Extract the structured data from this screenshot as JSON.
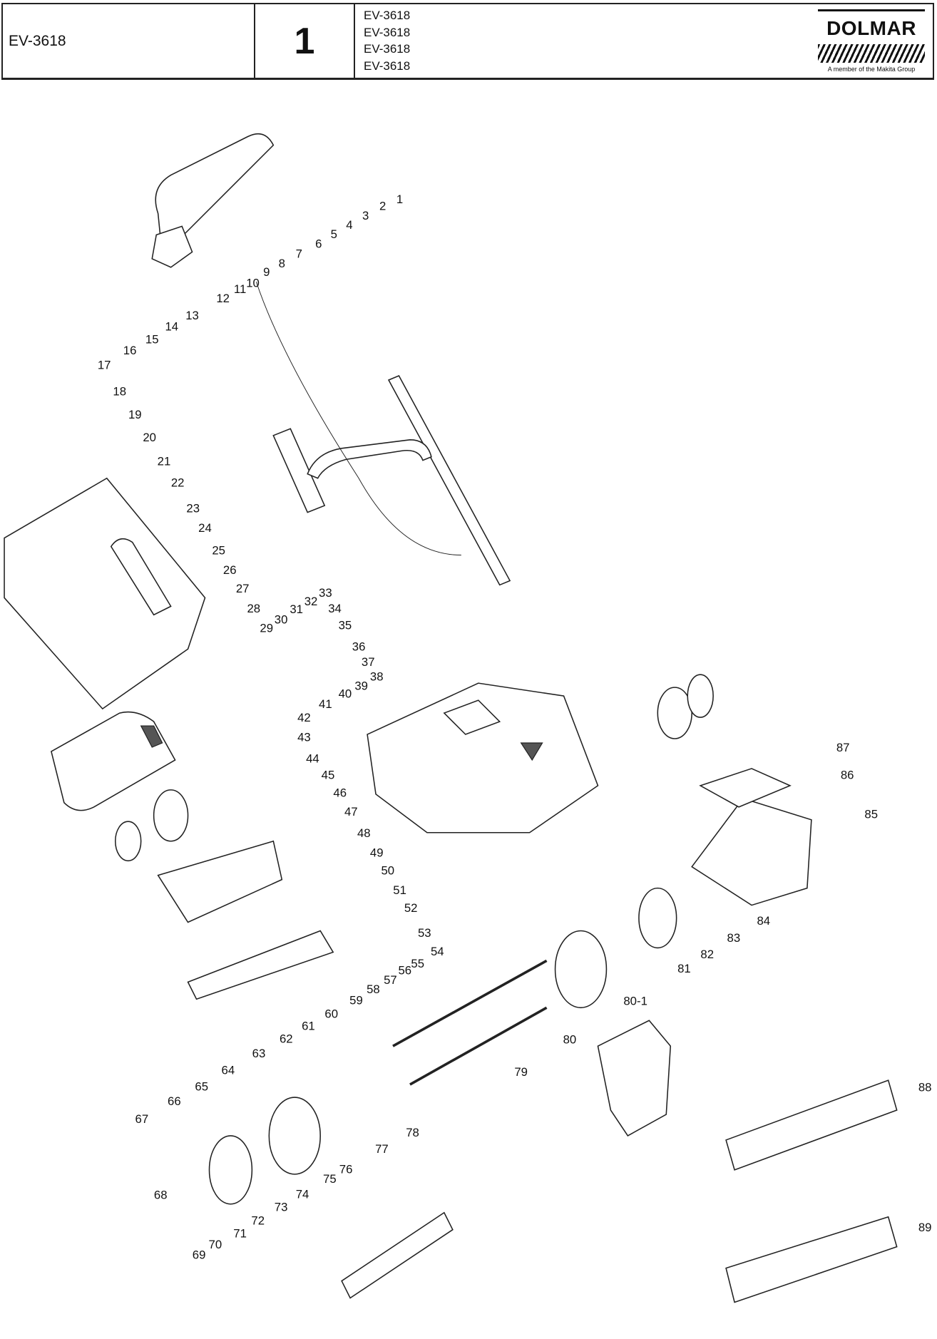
{
  "header": {
    "model": "EV-3618",
    "page_number": "1",
    "models_list": [
      "EV-3618",
      "EV-3618",
      "EV-3618",
      "EV-3618"
    ],
    "brand": "DOLMAR",
    "brand_tagline": "A member of the Makita Group"
  },
  "callouts": [
    "1",
    "2",
    "3",
    "4",
    "5",
    "6",
    "7",
    "8",
    "9",
    "10",
    "11",
    "12",
    "13",
    "14",
    "15",
    "16",
    "17",
    "18",
    "19",
    "20",
    "21",
    "22",
    "23",
    "24",
    "25",
    "26",
    "27",
    "28",
    "29",
    "30",
    "31",
    "32",
    "33",
    "34",
    "35",
    "36",
    "37",
    "38",
    "39",
    "40",
    "41",
    "42",
    "43",
    "44",
    "45",
    "46",
    "47",
    "48",
    "49",
    "50",
    "51",
    "52",
    "53",
    "54",
    "55",
    "56",
    "57",
    "58",
    "59",
    "60",
    "61",
    "62",
    "63",
    "64",
    "65",
    "66",
    "67",
    "68",
    "69",
    "70",
    "71",
    "72",
    "73",
    "74",
    "75",
    "76",
    "77",
    "78",
    "79",
    "80",
    "80-1",
    "81",
    "82",
    "83",
    "84",
    "85",
    "86",
    "87",
    "88",
    "89"
  ]
}
